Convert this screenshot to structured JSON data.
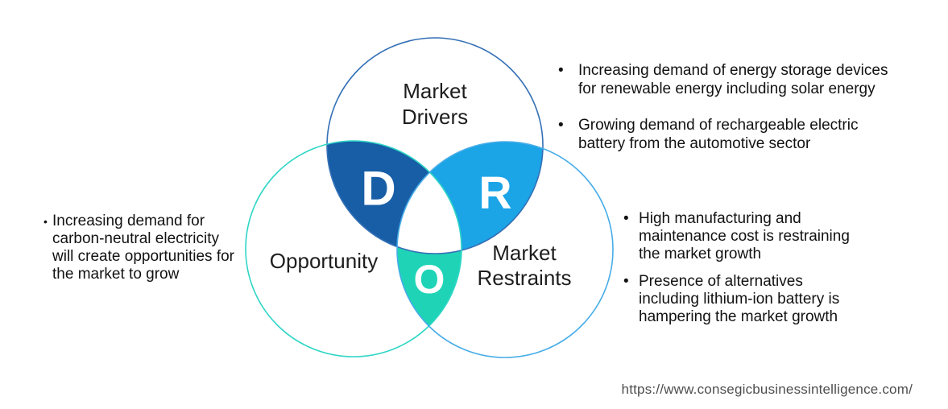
{
  "venn": {
    "circles": [
      {
        "id": "drivers",
        "label": "Market\nDrivers",
        "outline_color": "#3470B6"
      },
      {
        "id": "opportunity",
        "label": "Opportunity",
        "outline_color": "#2FD6C6"
      },
      {
        "id": "restraints",
        "label": "Market\nRestraints",
        "outline_color": "#47ADE8"
      }
    ],
    "overlaps": [
      {
        "id": "drivers-opportunity",
        "letter": "D",
        "fill_color": "#175EA6"
      },
      {
        "id": "drivers-restraints",
        "letter": "R",
        "fill_color": "#1BA4E6"
      },
      {
        "id": "opportunity-restraints",
        "letter": "O",
        "fill_color": "#1FD4B6"
      }
    ],
    "center_fill": "#FFFFFF",
    "letter_color": "#FFFFFF"
  },
  "bullet_char": "•",
  "notes": {
    "drivers": [
      "Increasing demand of energy storage devices\nfor renewable energy including solar energy",
      "Growing demand of rechargeable electric\nbattery from the automotive sector"
    ],
    "opportunity": [
      "Increasing demand for\ncarbon-neutral electricity\nwill create opportunities for\nthe market to grow"
    ],
    "restraints": [
      "High manufacturing and\nmaintenance cost is restraining\nthe market growth",
      "Presence of alternatives\nincluding lithium-ion battery is\nhampering the market growth"
    ]
  },
  "footer": {
    "source_url": "https://www.consegicbusinessintelligence.com/"
  }
}
